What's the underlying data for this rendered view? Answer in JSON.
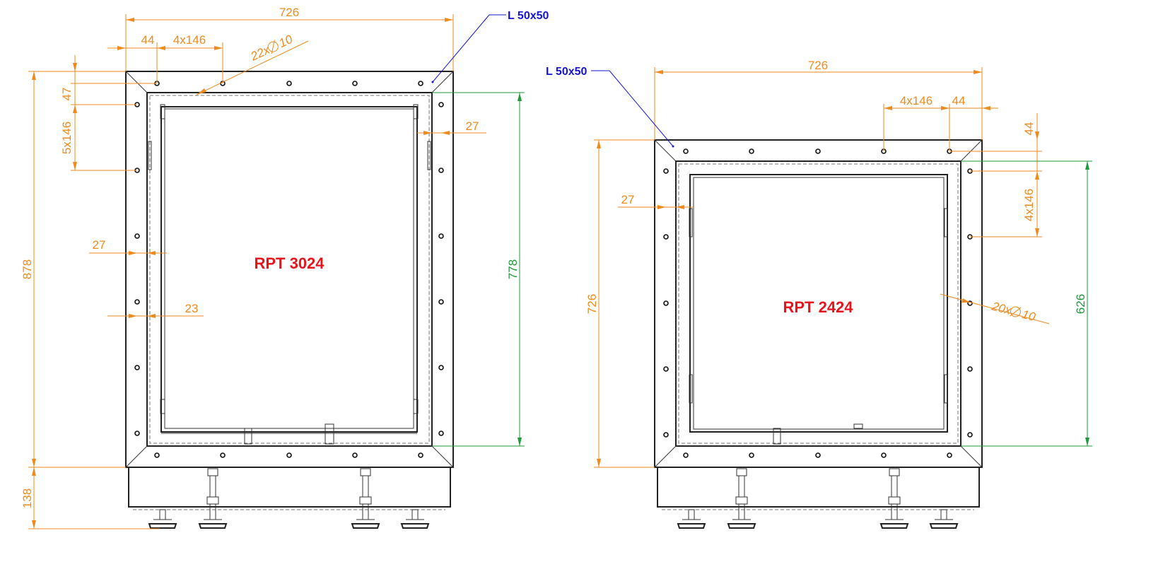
{
  "drawing": {
    "left_unit": {
      "title": "RPT 3024",
      "profile_label": "L 50x50",
      "dims": {
        "overall_width": "726",
        "edge_offset_top": "44",
        "hole_pitch_top": "4x146",
        "holes_note_count": "22x",
        "holes_note_dia": "10",
        "edge_offset_left": "47",
        "hole_pitch_left": "5x146",
        "inner_offset_right": "27",
        "overall_height": "878",
        "inner_offset_left": "27",
        "inner_gap": "23",
        "inner_height": "778",
        "base_height": "138"
      }
    },
    "right_unit": {
      "title": "RPT 2424",
      "profile_label": "L 50x50",
      "dims": {
        "overall_width": "726",
        "hole_pitch_top": "4x146",
        "edge_offset_top": "44",
        "edge_offset_right": "44",
        "hole_pitch_right": "4x146",
        "inner_offset_left": "27",
        "overall_height": "726",
        "holes_note_count": "20x",
        "holes_note_dia": "10",
        "inner_height": "626"
      }
    },
    "colors": {
      "dimension": "#f08a1c",
      "inner_dimension": "#1f9a3a",
      "label": "#1515d0",
      "title": "#e8141b",
      "outline": "#222222"
    }
  }
}
